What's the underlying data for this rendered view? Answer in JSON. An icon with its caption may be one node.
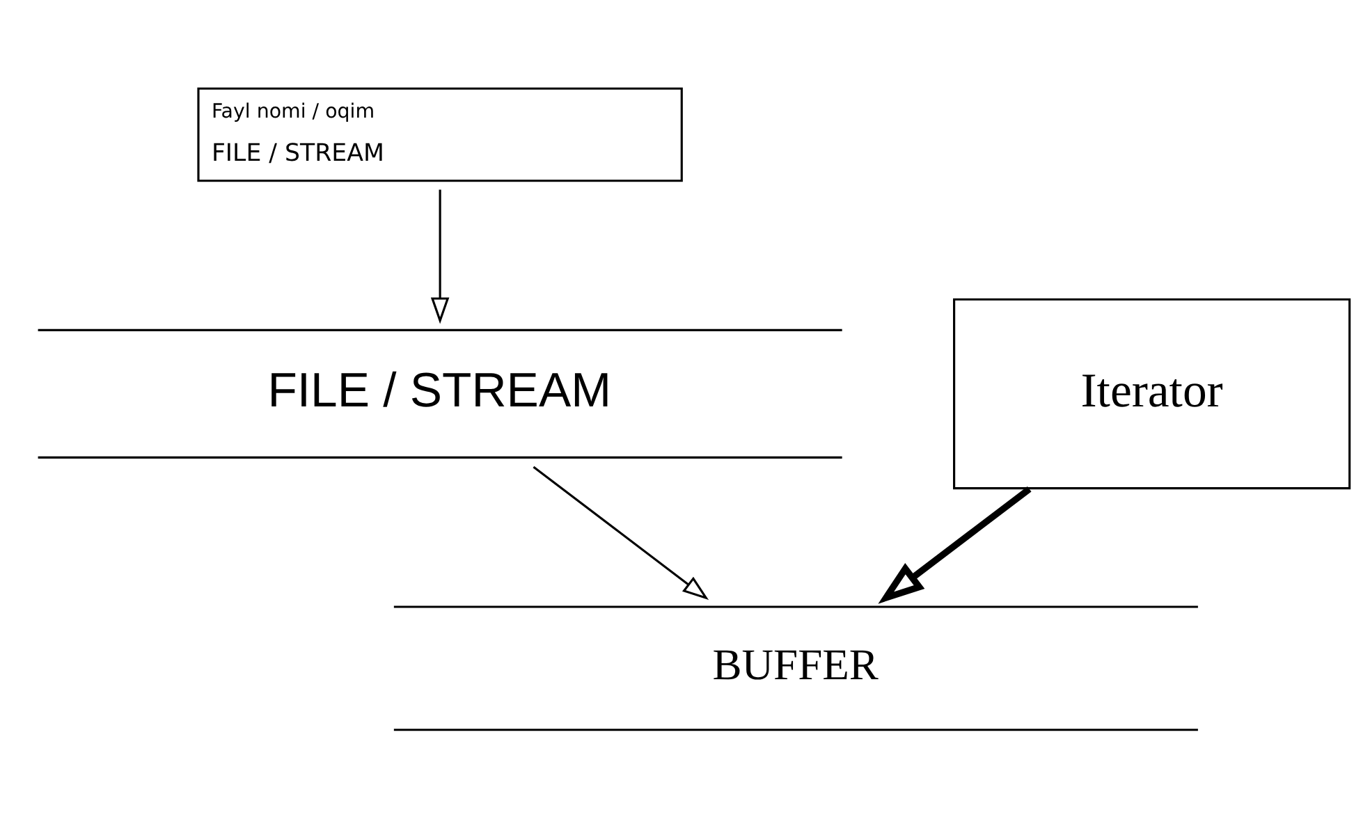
{
  "diagram": {
    "nodes": [
      {
        "text": [
          "Fayl nomi / oqim",
          "FILE / STREAM"
        ]
      },
      {
        "text": [
          "FILE / STREAM"
        ]
      },
      {
        "text": [
          "BUFFER"
        ]
      },
      {
        "text": [
          "Iterator"
        ]
      }
    ],
    "edges": [
      {
        "from": 0,
        "to": 1,
        "arrow": "to"
      },
      {
        "from": 1,
        "to": 2,
        "arrow": "to"
      },
      {
        "from": 3,
        "to": 2,
        "arrow": "to",
        "style": "thick"
      }
    ]
  }
}
